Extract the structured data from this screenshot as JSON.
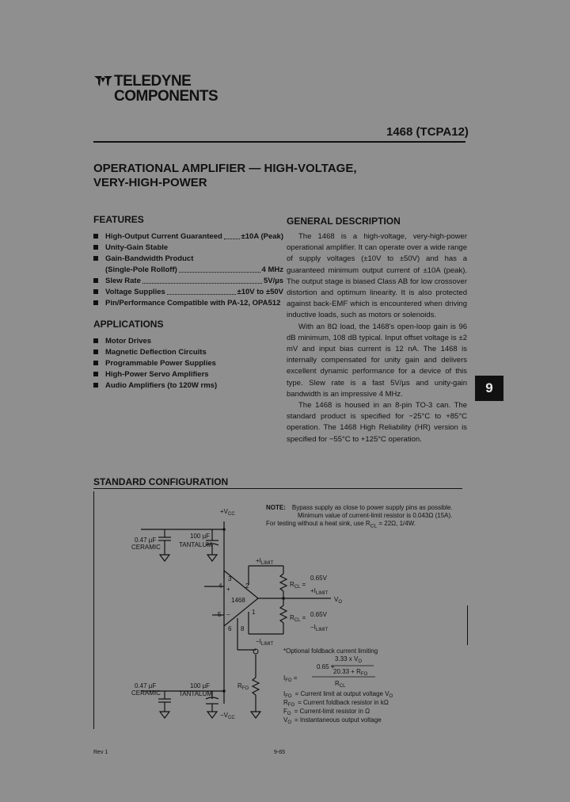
{
  "brand": {
    "line1": "TELEDYNE",
    "line2": "COMPONENTS"
  },
  "part_number": "1468 (TCPA12)",
  "title": {
    "line1": "OPERATIONAL AMPLIFIER — HIGH-VOLTAGE,",
    "line2": "VERY-HIGH-POWER"
  },
  "features": {
    "heading": "FEATURES",
    "items": [
      {
        "text": "High-Output Current Guaranteed",
        "value": "±10A (Peak)"
      },
      {
        "text": "Unity-Gain Stable",
        "value": ""
      },
      {
        "text": "Gain-Bandwidth Product",
        "value": ""
      },
      {
        "text": "(Single-Pole Rolloff)",
        "value": "4 MHz"
      },
      {
        "text": "Slew Rate",
        "value": "5V/µs"
      },
      {
        "text": "Voltage Supplies",
        "value": "±10V to ±50V"
      },
      {
        "text": "Pin/Performance Compatible with PA-12, OPA512",
        "value": ""
      }
    ]
  },
  "applications": {
    "heading": "APPLICATIONS",
    "items": [
      "Motor Drives",
      "Magnetic Deflection Circuits",
      "Programmable Power Supplies",
      "High-Power Servo Amplifiers",
      "Audio Amplifiers (to 120W rms)"
    ]
  },
  "general_description": {
    "heading": "GENERAL DESCRIPTION",
    "p1": "The 1468 is a high-voltage, very-high-power operational amplifier. It can operate over a wide range of supply voltages (±10V to ±50V) and has a guaranteed minimum output current of ±10A (peak). The output stage is biased Class AB for low crossover distortion and optimum linearity. It is also protected against back-EMF which is encountered when driving inductive loads, such as motors or solenoids.",
    "p2": "With an 8Ω load, the 1468's open-loop gain is 96 dB minimum, 108 dB typical. Input offset voltage is ±2 mV and input bias current is 12 nA. The 1468 is internally compensated for unity gain and delivers excellent dynamic performance for a device of this type. Slew rate is a fast 5V/µs and unity-gain bandwidth is an impressive 4 MHz.",
    "p3": "The 1468 is housed in an 8-pin TO-3 can. The standard product is specified for −25°C to +85°C operation. The 1468 High Reliability (HR) version is specified for −55°C to +125°C operation."
  },
  "section_tab": "9",
  "standard_configuration": {
    "heading": "STANDARD CONFIGURATION",
    "note_label": "NOTE:",
    "note_lines": [
      "Bypass supply as close to power supply pins as possible.",
      "Minimum value of current-limit resistor is 0.043Ω (15A).",
      "For testing without a heat sink, use R",
      "CL",
      " = 22Ω, 1/4W."
    ],
    "labels": {
      "vcc_pos_main": "+V",
      "vcc_pos_sub": "CC",
      "vcc_neg_main": "−V",
      "vcc_neg_sub": "CC",
      "cap1_value": "0.47 µF",
      "cap1_type": "CERAMIC",
      "cap2_value": "100 µF",
      "cap2_type": "TANTALUM",
      "cap3_value": "0.47 µF",
      "cap3_type": "CERAMIC",
      "cap4_value": "100 µF",
      "cap4_type": "TANTALUM",
      "amp": "1468",
      "pin_plus": "+",
      "pin_minus": "−",
      "pin4": "4",
      "pin5": "5",
      "pin3": "3",
      "pin2": "2",
      "pin1": "1",
      "pin6": "6",
      "pin8": "8",
      "ilimit_pos": "+I",
      "ilimit_neg": "−I",
      "limit_sub": "LIMIT",
      "rcl_main": "R",
      "rcl_sub": "CL",
      "rcl_eq": " =",
      "rcl1_num": "0.65V",
      "rcl2_num": "0.65V",
      "vo": "V",
      "vo_sub": "O",
      "rfo_main": "R",
      "rfo_sub": "FO",
      "foldback_title": "*Optional foldback current limiting",
      "ifo_main": "I",
      "ifo_sub": "FO",
      "ifo_num": "3.33 x V",
      "ifo_const": "0.65 +",
      "ifo_den": "20.33 + R",
      "ifo_den_sub": "FO",
      "ifo_den2": "R",
      "ifo_den2_sub": "CL",
      "legend": [
        {
          "sym": "I",
          "sub": "FO",
          "desc": "= Current limit at output voltage V"
        },
        {
          "sym": "R",
          "sub": "FO",
          "desc": "= Current foldback resistor in kΩ"
        },
        {
          "sym": "F",
          "sub": "O",
          "desc": "= Current-limit resistor in Ω"
        },
        {
          "sym": "V",
          "sub": "O",
          "desc": "= Instantaneous output voltage"
        }
      ]
    }
  },
  "footer": {
    "left": "Rev 1",
    "center": "9-65"
  },
  "colors": {
    "background": "#8f8f8f",
    "ink": "#111111",
    "tab_text": "#e8e8e8"
  }
}
